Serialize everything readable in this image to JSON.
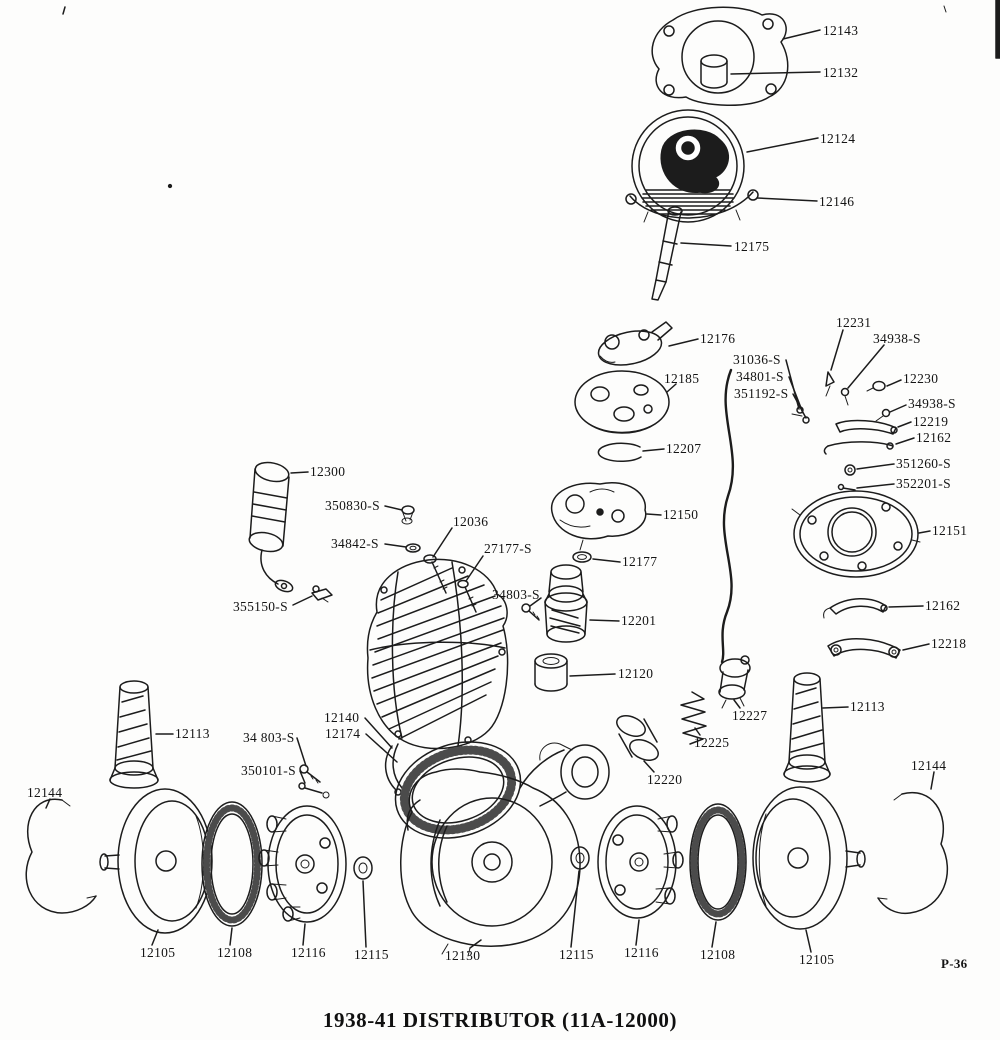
{
  "diagram": {
    "title": "1938-41 DISTRIBUTOR (11A-12000)",
    "plate_code": "P-36"
  },
  "callouts": [
    {
      "text": "12143"
    },
    {
      "text": "12132"
    },
    {
      "text": "12124"
    },
    {
      "text": "12146"
    },
    {
      "text": "12175"
    },
    {
      "text": "12176"
    },
    {
      "text": "12185"
    },
    {
      "text": "31036-S"
    },
    {
      "text": "34801-S"
    },
    {
      "text": "351192-S"
    },
    {
      "text": "12231"
    },
    {
      "text": "34938-S"
    },
    {
      "text": "12230"
    },
    {
      "text": "34938-S"
    },
    {
      "text": "12219"
    },
    {
      "text": "12162"
    },
    {
      "text": "351260-S"
    },
    {
      "text": "352201-S"
    },
    {
      "text": "12207"
    },
    {
      "text": "12150"
    },
    {
      "text": "12151"
    },
    {
      "text": "12177"
    },
    {
      "text": "12300"
    },
    {
      "text": "350830-S"
    },
    {
      "text": "12036"
    },
    {
      "text": "34842-S"
    },
    {
      "text": "27177-S"
    },
    {
      "text": "34803-S"
    },
    {
      "text": "12201"
    },
    {
      "text": "355150-S"
    },
    {
      "text": "12162"
    },
    {
      "text": "12218"
    },
    {
      "text": "12120"
    },
    {
      "text": "12227"
    },
    {
      "text": "12225"
    },
    {
      "text": "12220"
    },
    {
      "text": "12113"
    },
    {
      "text": "34 803-S"
    },
    {
      "text": "12140"
    },
    {
      "text": "12174"
    },
    {
      "text": "350101-S"
    },
    {
      "text": "12113"
    },
    {
      "text": "12144"
    },
    {
      "text": "12144"
    },
    {
      "text": "12105"
    },
    {
      "text": "12108"
    },
    {
      "text": "12116"
    },
    {
      "text": "12115"
    },
    {
      "text": "12130"
    },
    {
      "text": "12115"
    },
    {
      "text": "12116"
    },
    {
      "text": "12108"
    },
    {
      "text": "12105"
    }
  ]
}
